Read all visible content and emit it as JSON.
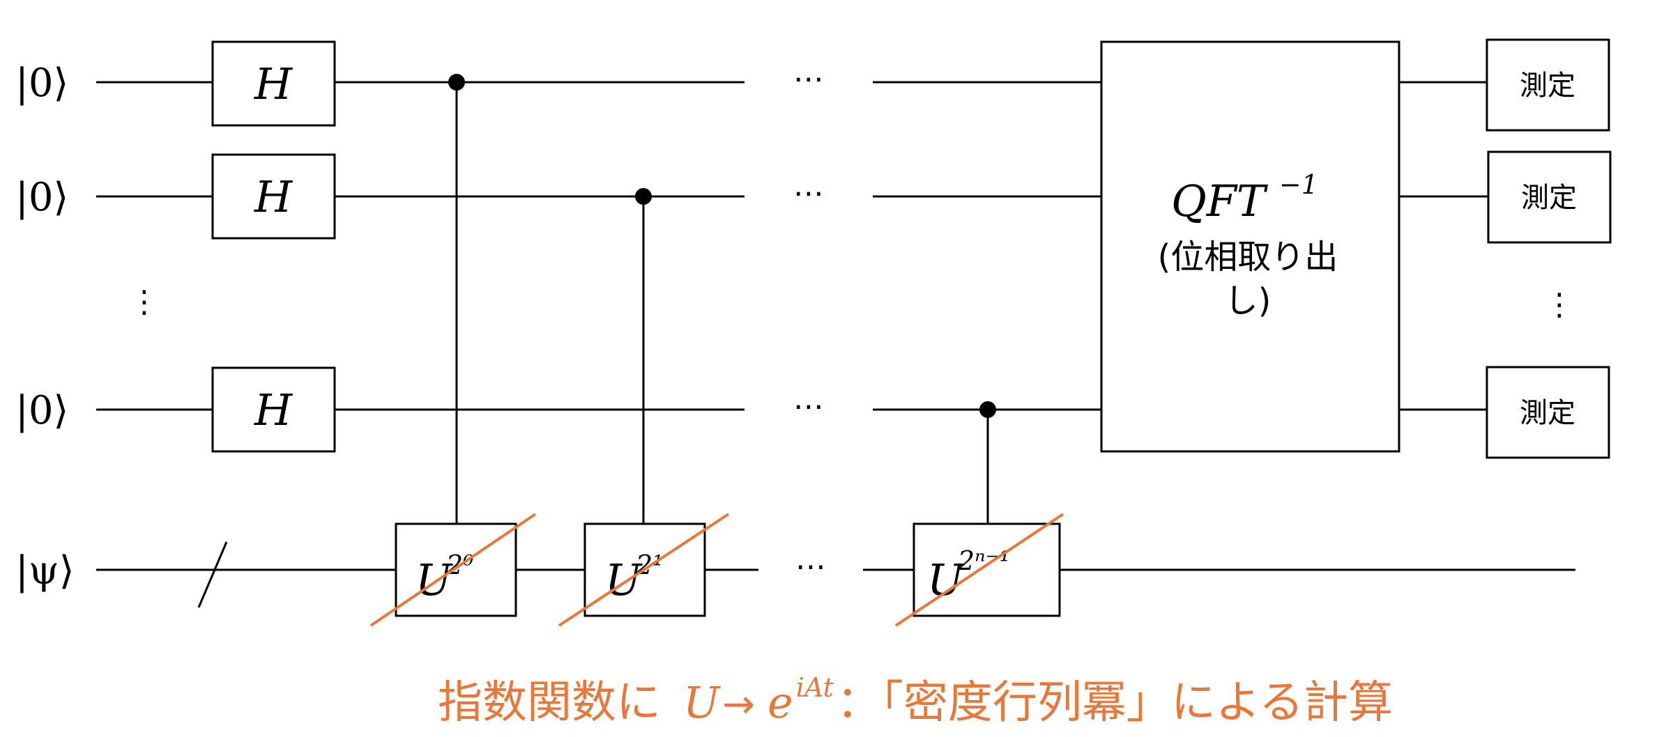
{
  "qubits": {
    "labels": [
      "|0⟩",
      "|0⟩",
      "|0⟩",
      "|ψ⟩"
    ],
    "vertical_ellipsis": "⋮"
  },
  "hadamard": {
    "label": "H"
  },
  "controlled_unitaries": [
    {
      "base": "U",
      "exponent": "2⁰"
    },
    {
      "base": "U",
      "exponent": "2¹"
    },
    {
      "base": "U",
      "exponent": "2ⁿ⁻¹"
    }
  ],
  "horizontal_ellipsis": "⋯",
  "qft": {
    "title": "QFT",
    "superscript": "−1",
    "caption_line1": "(位相取り出",
    "caption_line2": "し)"
  },
  "measure": {
    "label": "測定",
    "vertical_ellipsis": "⋮"
  },
  "annotation": {
    "prefix": "指数関数に",
    "u": "U",
    "arrow": " → ",
    "e": "e",
    "exponent": "iAt",
    "suffix": "：「密度行列冪」による計算",
    "color": "#e8773a"
  }
}
